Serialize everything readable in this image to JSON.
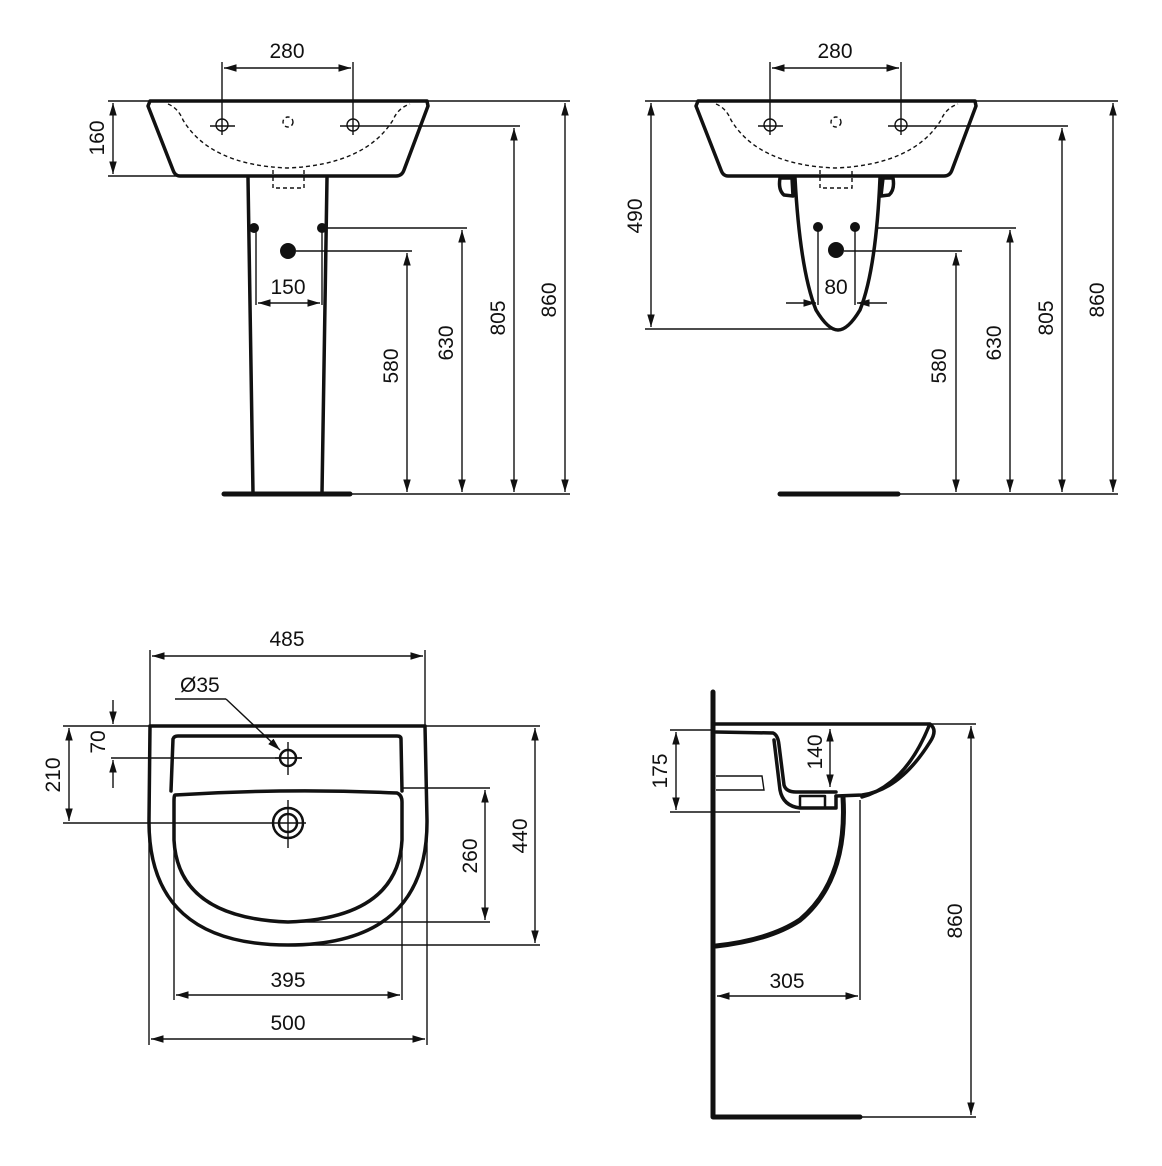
{
  "views": {
    "pedestal_front": {
      "tap_spacing": "280",
      "basin_height": "160",
      "pedestal_inlet_spacing": "150",
      "waste_height": "580",
      "supply_height": "630",
      "tap_height": "805",
      "total_height": "860"
    },
    "semipedestal_front": {
      "tap_spacing": "280",
      "semipedestal_drop": "490",
      "inlet_spacing": "80",
      "waste_height": "580",
      "supply_height": "630",
      "tap_height": "805",
      "total_height": "860"
    },
    "plan": {
      "rear_width": "485",
      "tap_hole_diameter": "Ø35",
      "tap_hole_offset": "70",
      "waste_offset": "210",
      "bowl_depth": "260",
      "overall_depth": "440",
      "bowl_width": "395",
      "overall_width": "500"
    },
    "side": {
      "basin_height": "175",
      "bowl_depth": "140",
      "projection": "305",
      "total_height": "860"
    }
  },
  "colors": {
    "line": "#111111",
    "background": "#ffffff"
  }
}
